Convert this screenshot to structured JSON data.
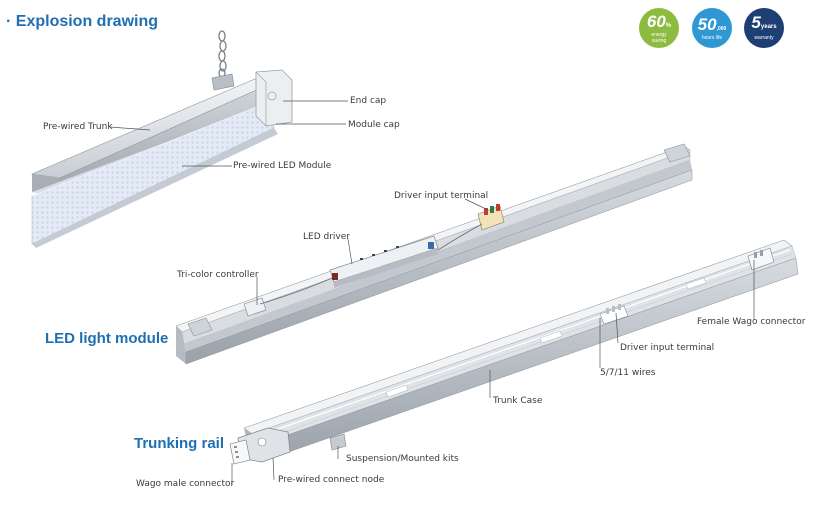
{
  "page_title": "· Explosion drawing",
  "badges": [
    {
      "value": "60",
      "unit": "%",
      "line1": "energy",
      "line2": "saving",
      "color": "#8dbb3f"
    },
    {
      "value": "50",
      "unit": ",000",
      "line1": "hours life",
      "line2": "",
      "color": "#2f97d4"
    },
    {
      "value": "5",
      "unit": "years",
      "line1": "warranty",
      "line2": "",
      "color": "#1d3f73"
    }
  ],
  "sections": {
    "led_light_module": "LED light module",
    "trunking_rail": "Trunking rail"
  },
  "labels": {
    "end_cap": "End cap",
    "module_cap": "Module cap",
    "pre_wired_trunk": "Pre-wired Trunk",
    "pre_wired_led_module": "Pre-wired LED Module",
    "driver_input_terminal_top": "Driver input terminal",
    "led_driver": "LED driver",
    "tri_color_controller": "Tri-color  controller",
    "female_wago_connector": "Female Wago connector",
    "driver_input_terminal_bottom": "Driver input terminal",
    "wires": "5/7/11 wires",
    "trunk_case": "Trunk Case",
    "suspension_kits": "Suspension/Mounted kits",
    "wago_male_connector": "Wago  male connector",
    "pre_wired_connect_node": "Pre-wired connect node"
  },
  "colors": {
    "title_blue": "#1f6fb2",
    "metal_light": "#e9ecef",
    "metal_mid": "#c7ccd1",
    "metal_dark": "#8a9097",
    "diffuser": "#dfe6f2",
    "leader": "#555555"
  }
}
